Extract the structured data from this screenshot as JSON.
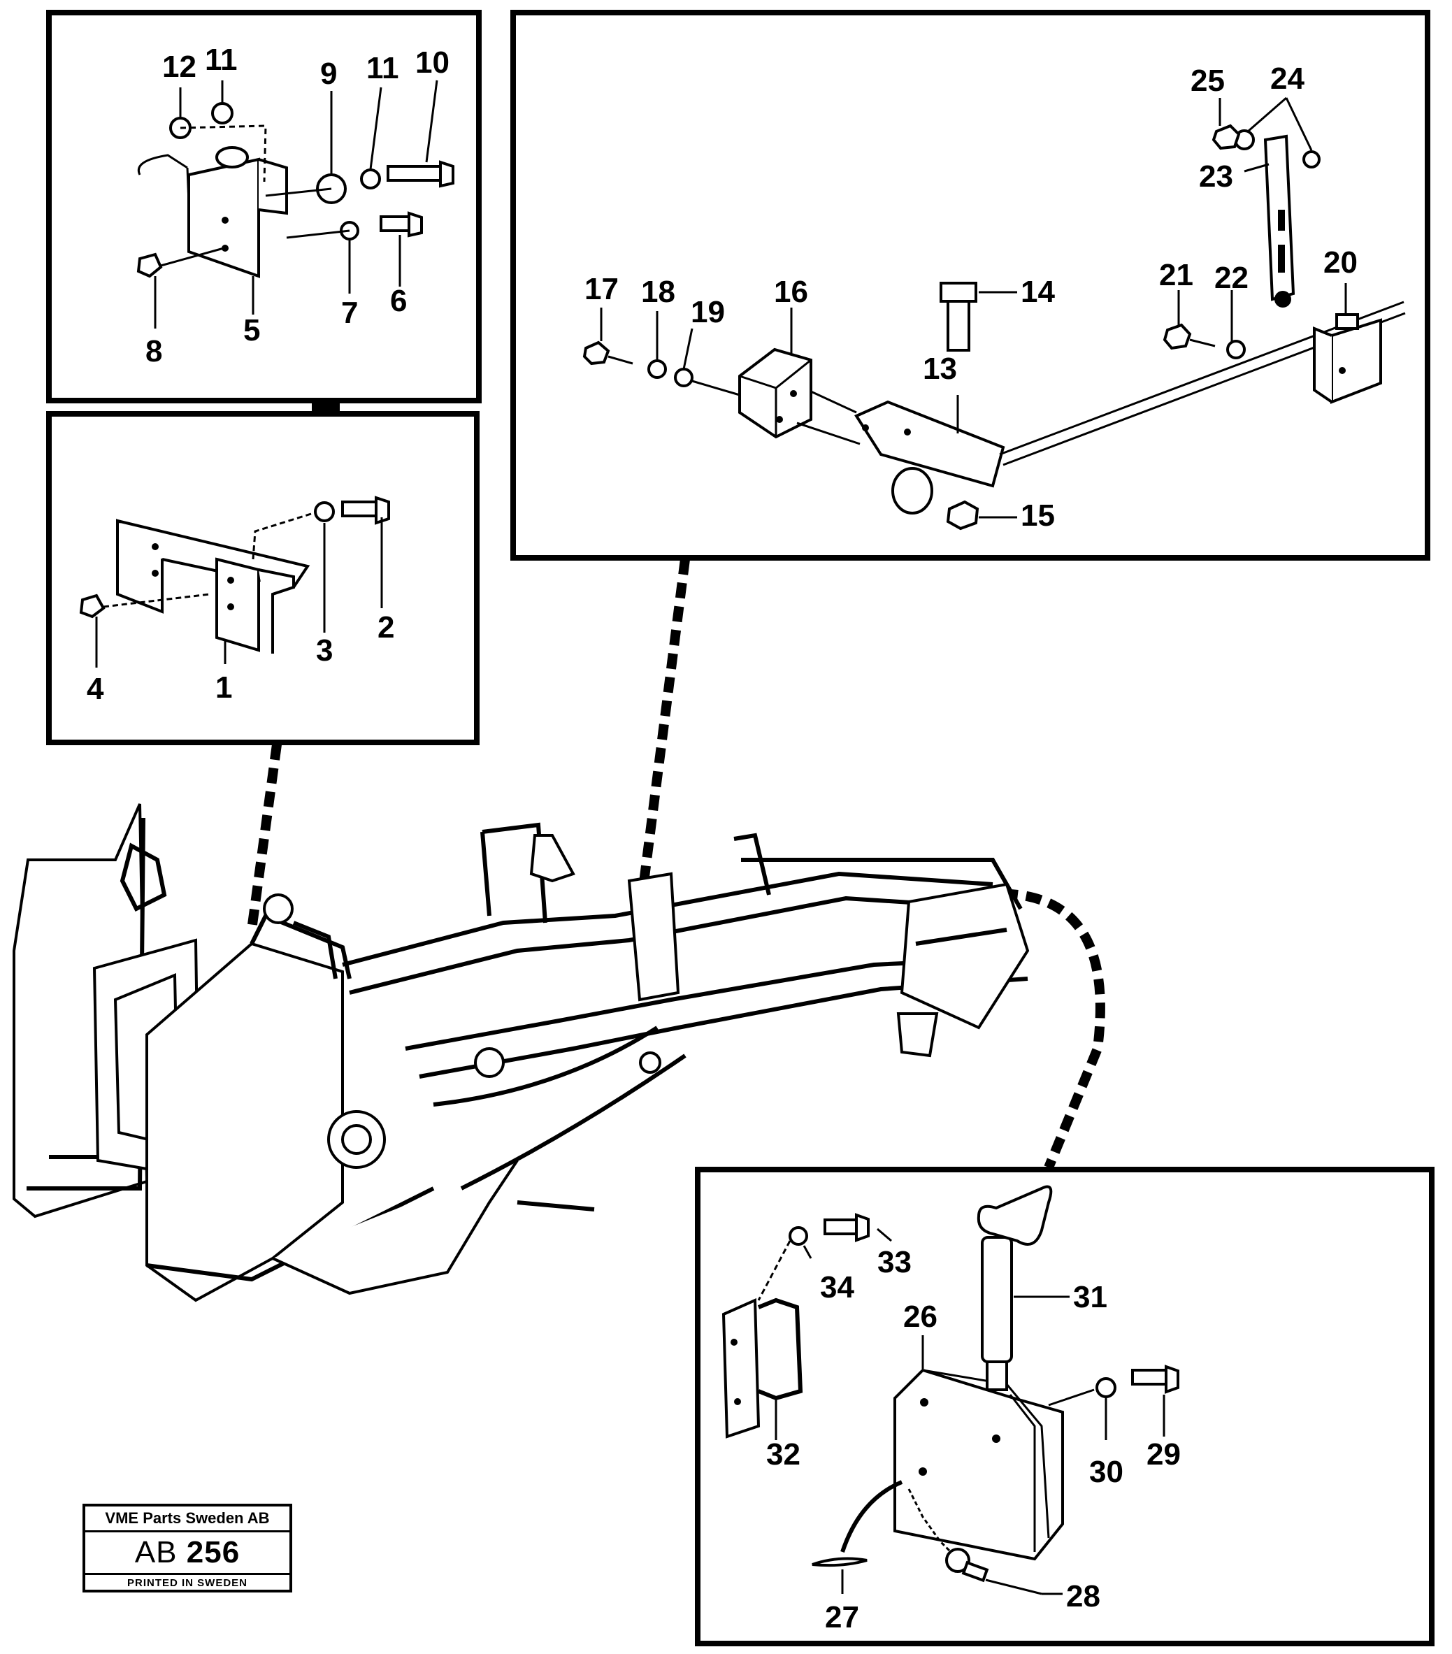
{
  "callouts": {
    "inset_top_left": [
      "12",
      "11",
      "9",
      "11",
      "10",
      "7",
      "6",
      "8",
      "5"
    ],
    "inset_mid_left": [
      "1",
      "2",
      "3",
      "4"
    ],
    "inset_top_right": [
      "25",
      "24",
      "23",
      "17",
      "18",
      "19",
      "16",
      "14",
      "13",
      "21",
      "22",
      "20",
      "15"
    ],
    "inset_bottom_right": [
      "33",
      "34",
      "31",
      "26",
      "32",
      "29",
      "30",
      "27",
      "28"
    ]
  },
  "stamp": {
    "company": "VME Parts Sweden AB",
    "code_prefix": "AB",
    "code_number": "256",
    "printed": "PRINTED IN SWEDEN"
  }
}
